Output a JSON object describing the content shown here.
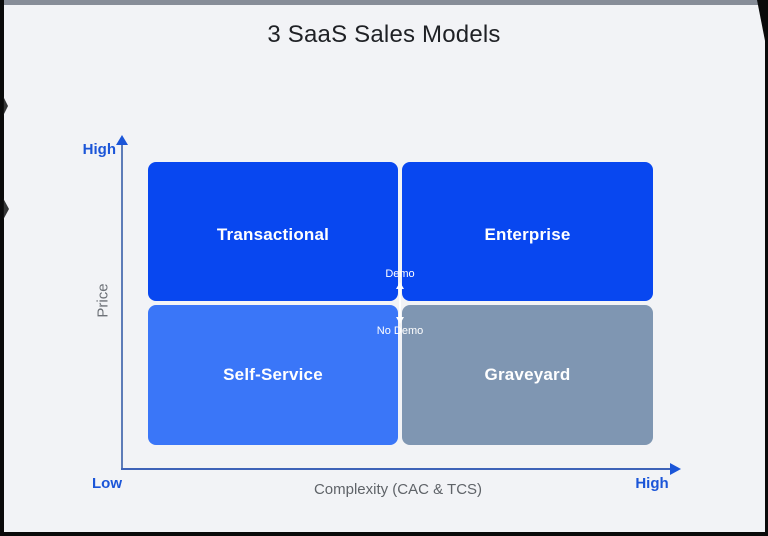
{
  "title": "3 SaaS Sales Models",
  "matrix": {
    "quadrants": [
      {
        "label": "Transactional",
        "position": "top-left",
        "color": "#0847f0"
      },
      {
        "label": "Enterprise",
        "position": "top-right",
        "color": "#0847f0"
      },
      {
        "label": "Self-Service",
        "position": "bottom-left",
        "color": "#3a76f8"
      },
      {
        "label": "Graveyard",
        "position": "bottom-right",
        "color": "#7f96b2"
      }
    ],
    "divider_arrow": {
      "top_label": "Demo",
      "bottom_label": "No Demo"
    }
  },
  "axes": {
    "y": {
      "title": "Price",
      "max_label": "High"
    },
    "x": {
      "title": "Complexity (CAC & TCS)",
      "max_label": "High"
    },
    "origin_label": "Low"
  },
  "colors": {
    "enterprise_blue": "#0847f0",
    "self_service_blue": "#3a76f8",
    "graveyard_gray": "#7f96b2",
    "axis_label_blue": "#1b55d8",
    "axis_title_gray": "#5f6368",
    "page_background": "#f2f3f6",
    "title_text": "#1f2125"
  }
}
